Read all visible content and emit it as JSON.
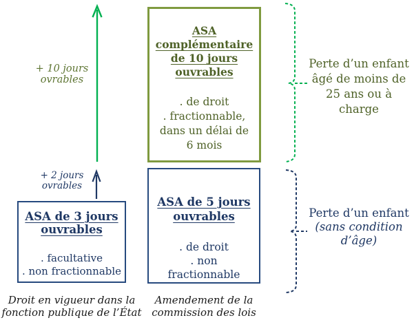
{
  "palette": {
    "bright_green": "#00B050",
    "olive_text": "#4F6228",
    "olive_border": "#7F9A3F",
    "navy_text": "#1F3864",
    "navy_border": "#26497E",
    "caption_black": "#1A1A1A"
  },
  "arrows": {
    "plus_10_label": "+ 10 jours\novrables",
    "plus_2_label": "+ 2 jours\novrables"
  },
  "boxes": {
    "asa_complementaire": {
      "title": "ASA\ncomplémentaire\nde 10 jours\nouvrables",
      "body": ". de droit\n. fractionnable,\ndans un délai de\n6 mois"
    },
    "asa_5": {
      "title": "ASA de 5 jours\nouvrables",
      "body": ". de droit\n. non\nfractionnable"
    },
    "asa_3": {
      "title": "ASA de 3 jours\nouvrables",
      "body": ". facultative\n. non fractionnable"
    }
  },
  "side_labels": {
    "top": "Perte d’un enfant\nâgé de moins de\n25 ans ou à\ncharge",
    "bottom_line1": "Perte d’un enfant",
    "bottom_italic": "(sans condition\nd’âge)"
  },
  "captions": {
    "left": "Droit en vigueur dans la\nfonction publique de l’État",
    "center": "Amendement de la\ncommission des lois"
  }
}
